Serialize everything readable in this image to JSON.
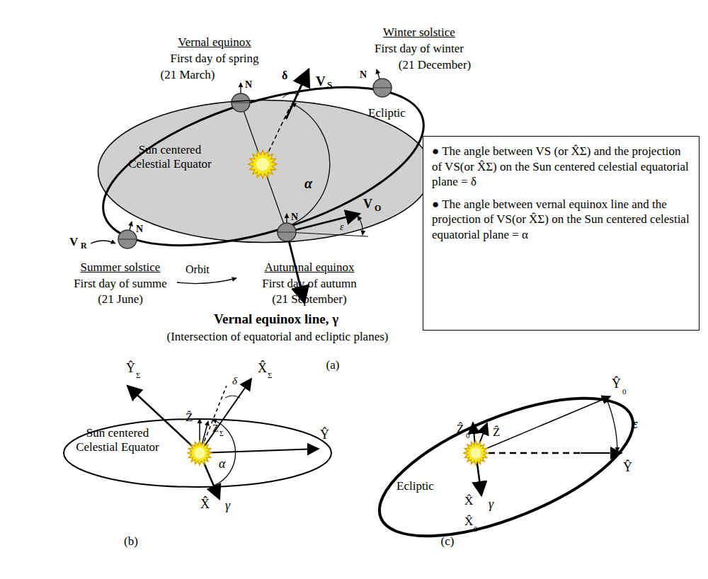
{
  "diagram": {
    "nodes": [
      {
        "text": [
          "Sun centered Celestial Equator"
        ]
      },
      {
        "text": [
          "● The angle between VS (or X̂Σ) and the projection of VS(or X̂Σ) on the Sun centered celestial equatorial plane = δ",
          "● The angle between vernal equinox line and the projection of VS(or X̂Σ) on the Sun centered celestial equatorial plane = α"
        ]
      },
      {
        "text": [
          "Sun centered Celestial Equator"
        ]
      },
      {
        "text": [
          "Ecliptic"
        ]
      }
    ],
    "labels": [
      "Vernal equinox",
      "First day of spring",
      "(21 March)",
      "N",
      "Winter solstice",
      "First day of winter",
      "(21 December)",
      "N",
      "δ",
      "V",
      "S",
      "Ecliptic",
      "α",
      "V",
      "O",
      "ε",
      "N",
      "V",
      "R",
      "N",
      "Summer solstice",
      "First day of summe",
      "(21 June)",
      "Orbit",
      "Autumnal equinox",
      "First day of autumn",
      "(21 September)",
      "Vernal equinox line, γ",
      "(Intersection of equatorial and ecliptic planes)",
      "(a)",
      "Ŷ",
      "Σ",
      "X̂",
      "Σ",
      "δ",
      "Ẑ",
      "Z",
      "Σ",
      "Ŷ",
      "α",
      "X̂",
      "γ",
      "(b)",
      "Ŷ",
      "0",
      "Ẑ",
      "Ẑ",
      "0",
      "ε",
      "Ŷ",
      "X̂",
      "γ",
      "X̂",
      "0",
      "(c)"
    ]
  }
}
